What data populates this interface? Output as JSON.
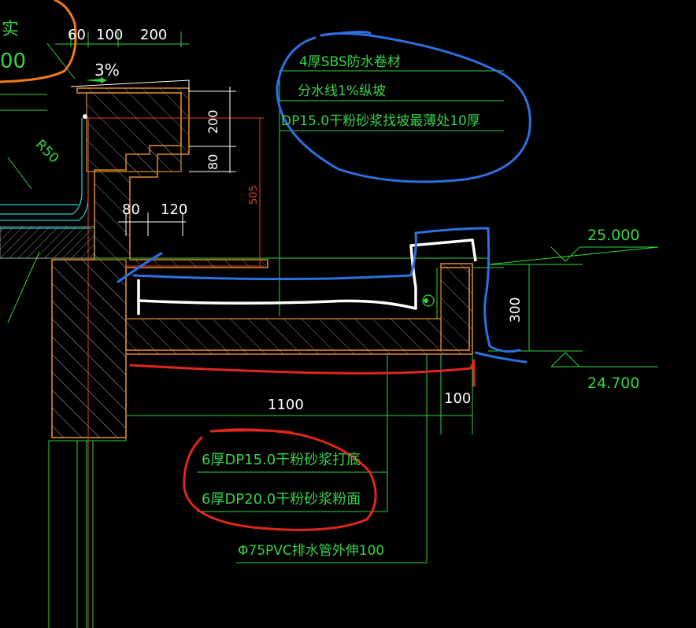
{
  "colors": {
    "background": "#000000",
    "line_green": "#2fd43c",
    "concrete_orange": "#e28b2a",
    "hatch_gray": "#9a9a9a",
    "text_green": "#37d24b",
    "text_white": "#ffffff",
    "dim_red": "#e23b2f",
    "annot_blue": "#2f6fe0",
    "annot_red": "#e0261e",
    "annot_orange": "#ef7a1e",
    "cyan": "#22d3d3"
  },
  "labels": {
    "top_left_fragment": "实",
    "top_left_number": "00",
    "slope_percent": "3%",
    "radius": "R50",
    "layer_sbs": "4厚SBS防水卷材",
    "layer_slope": "分水线1%纵坡",
    "layer_dp15": "DP15.0干粉砂浆找坡最薄处10厚",
    "elev_top": "25.000",
    "elev_bottom": "24.700",
    "layer_base": "6厚DP15.0干粉砂浆打底",
    "layer_finish": "6厚DP20.0干粉砂浆粉面",
    "drain_pipe": "Φ75PVC排水管外伸100"
  },
  "dimensions": {
    "d60": "60",
    "d100_top": "100",
    "d200_top": "200",
    "d200_v": "200",
    "d80_v": "80",
    "d505": "505",
    "d80_h": "80",
    "d120_h": "120",
    "d300": "300",
    "d1100": "1100",
    "d100_bottom": "100"
  }
}
